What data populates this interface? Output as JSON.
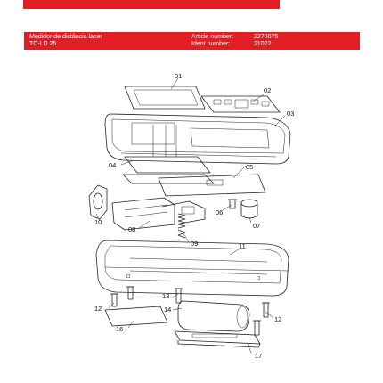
{
  "header": {
    "product_name": "Medidor de distância laser",
    "model": "TC-LD 25",
    "article_label": "Article number:",
    "article_value": "2270075",
    "ident_label": "Ident number:",
    "ident_value": "21022"
  },
  "colors": {
    "brand_red": "#e01e24",
    "line": "#222222"
  },
  "callouts": [
    {
      "id": "01",
      "text": "01"
    },
    {
      "id": "02",
      "text": "02"
    },
    {
      "id": "03",
      "text": "03"
    },
    {
      "id": "04",
      "text": "04"
    },
    {
      "id": "05",
      "text": "05"
    },
    {
      "id": "06",
      "text": "06"
    },
    {
      "id": "07",
      "text": "07"
    },
    {
      "id": "08",
      "text": "08"
    },
    {
      "id": "09",
      "text": "09"
    },
    {
      "id": "10",
      "text": "10"
    },
    {
      "id": "11",
      "text": "11"
    },
    {
      "id": "12a",
      "text": "12"
    },
    {
      "id": "12b",
      "text": "12"
    },
    {
      "id": "13",
      "text": "13"
    },
    {
      "id": "14",
      "text": "14"
    },
    {
      "id": "16",
      "text": "16"
    },
    {
      "id": "17",
      "text": "17"
    }
  ]
}
